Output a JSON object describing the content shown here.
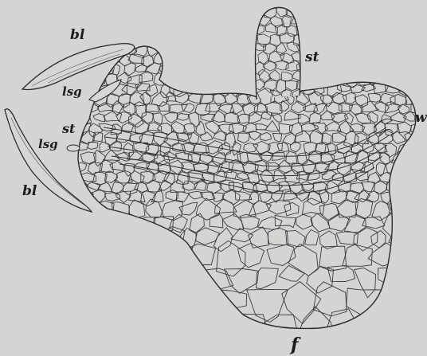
{
  "figure": {
    "labels": {
      "bl_top": "bl",
      "lsg_top": "lsg",
      "st_left": "st",
      "lsg_left": "lsg",
      "bl_left": "bl",
      "st_top": "st",
      "w": "w",
      "f": "f"
    }
  },
  "colors": {
    "background": "#d4d4d2",
    "ink": "#2a2a2a"
  }
}
